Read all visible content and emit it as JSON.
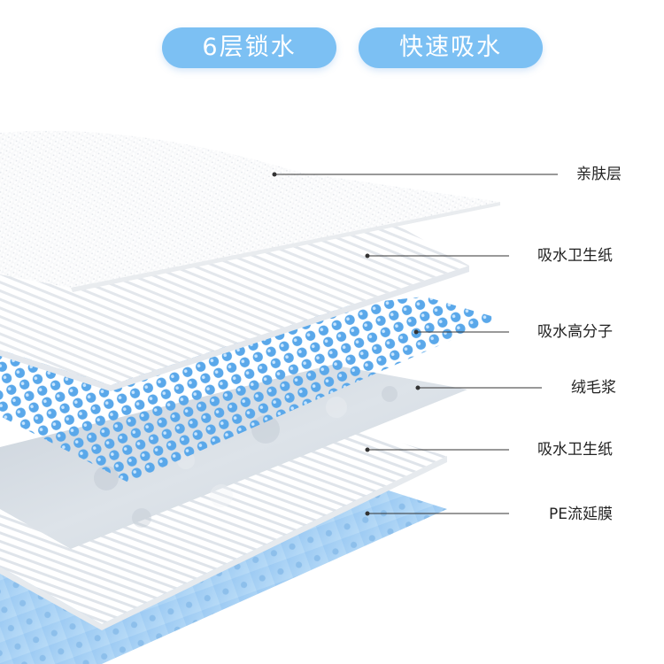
{
  "badges": [
    {
      "text": "6层锁水"
    },
    {
      "text": "快速吸水"
    }
  ],
  "layers": [
    {
      "label": "亲肤层"
    },
    {
      "label": "吸水卫生纸"
    },
    {
      "label": "吸水高分子"
    },
    {
      "label": "绒毛浆"
    },
    {
      "label": "吸水卫生纸"
    },
    {
      "label": "PE流延膜"
    }
  ],
  "colors": {
    "badge_blue": "#7cc0f3",
    "film_blue": "#a9d2f5",
    "bead_blue": "#5aa8ea",
    "pulp_gray": "#cfd6de",
    "leader_line": "#333333",
    "label_text": "#222222"
  }
}
